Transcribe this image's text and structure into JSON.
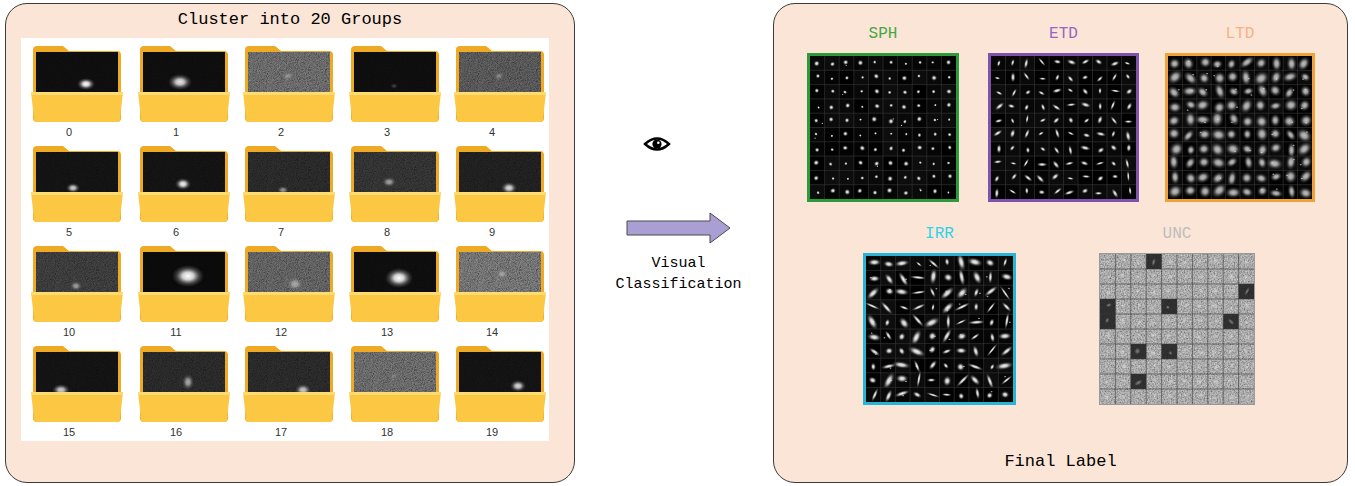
{
  "diagram": {
    "nodes": [
      {
        "text": [
          "Cluster into 20 Groups"
        ]
      },
      {
        "text": [
          "0"
        ],
        "in": 0
      },
      {
        "text": [
          "1"
        ],
        "in": 0
      },
      {
        "text": [
          "2"
        ],
        "in": 0
      },
      {
        "text": [
          "3"
        ],
        "in": 0
      },
      {
        "text": [
          "4"
        ],
        "in": 0
      },
      {
        "text": [
          "5"
        ],
        "in": 0
      },
      {
        "text": [
          "6"
        ],
        "in": 0
      },
      {
        "text": [
          "7"
        ],
        "in": 0
      },
      {
        "text": [
          "8"
        ],
        "in": 0
      },
      {
        "text": [
          "9"
        ],
        "in": 0
      },
      {
        "text": [
          "10"
        ],
        "in": 0
      },
      {
        "text": [
          "11"
        ],
        "in": 0
      },
      {
        "text": [
          "12"
        ],
        "in": 0
      },
      {
        "text": [
          "13"
        ],
        "in": 0
      },
      {
        "text": [
          "14"
        ],
        "in": 0
      },
      {
        "text": [
          "15"
        ],
        "in": 0
      },
      {
        "text": [
          "16"
        ],
        "in": 0
      },
      {
        "text": [
          "17"
        ],
        "in": 0
      },
      {
        "text": [
          "18"
        ],
        "in": 0
      },
      {
        "text": [
          "19"
        ],
        "in": 0
      },
      {
        "text": [
          "Final Label"
        ]
      },
      {
        "text": [
          "SPH"
        ],
        "in": 21
      },
      {
        "text": [
          "ETD"
        ],
        "in": 21
      },
      {
        "text": [
          "LTD"
        ],
        "in": 21
      },
      {
        "text": [
          "IRR"
        ],
        "in": 21
      },
      {
        "text": [
          "UNC"
        ],
        "in": 21
      }
    ],
    "edges": [
      {
        "from": 0,
        "to": 21,
        "label": "Visual Classification",
        "arrow": "to"
      }
    ]
  }
}
